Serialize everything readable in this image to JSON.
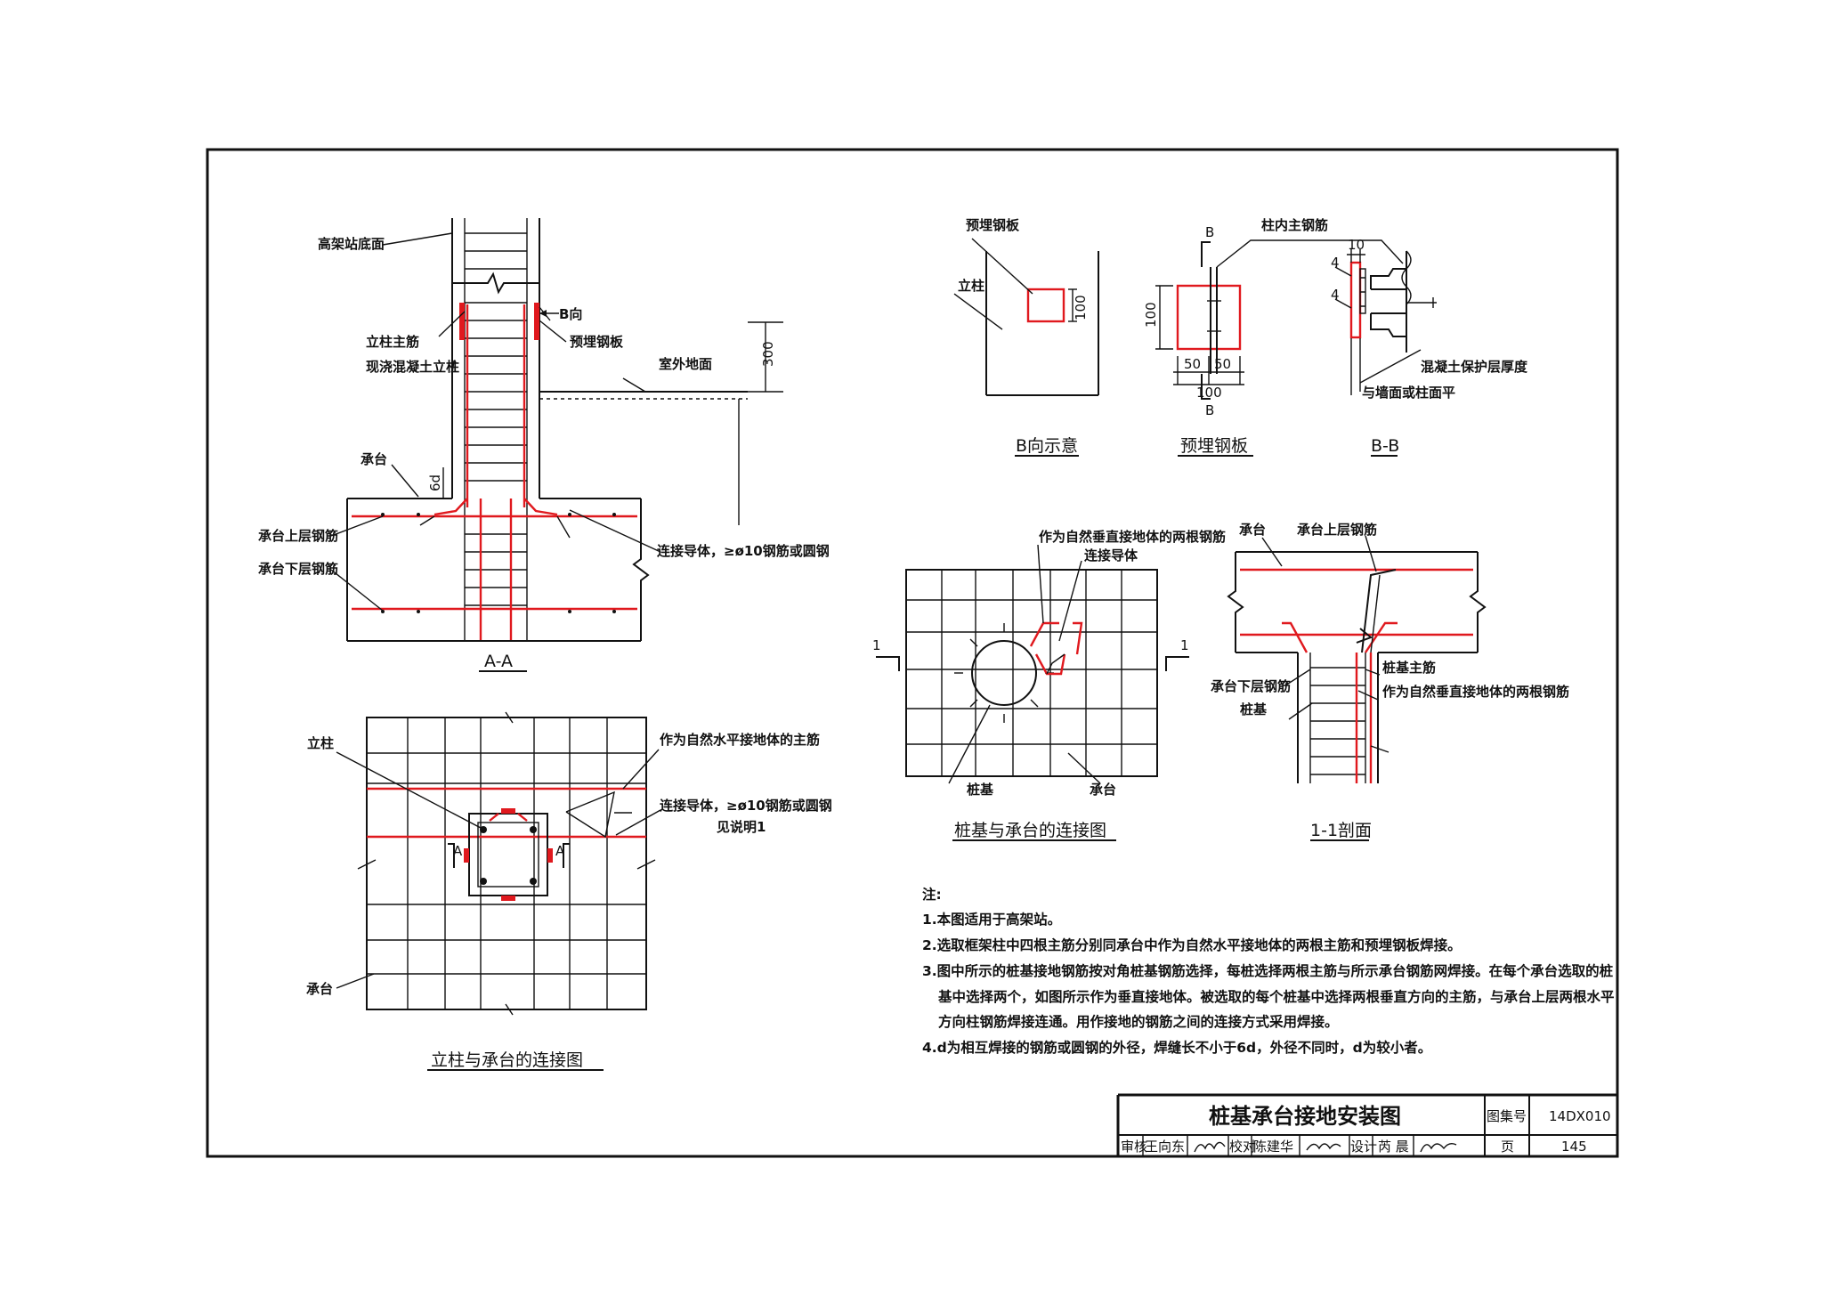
{
  "drawing": {
    "title": "桩基承台接地安装图",
    "atlas_no_label": "图集号",
    "atlas_no": "14DX010",
    "page_label": "页",
    "page_no": "145",
    "review_label": "审核",
    "reviewer": "王向东",
    "check_label": "校对",
    "checker": "陈建华",
    "design_label": "设计",
    "designer": "芮 晨"
  },
  "section_aa": {
    "title": "A-A",
    "labels": {
      "station_bottom": "高架站底面",
      "b_dir": "B向",
      "column_main_bar": "立柱主筋",
      "embedded_plate": "预埋钢板",
      "cast_column": "现浇混凝土立柱",
      "outdoor_ground": "室外地面",
      "dim_300": "300",
      "cap": "承台",
      "dim_6d": "6d",
      "cap_upper_bar": "承台上层钢筋",
      "cap_lower_bar": "承台下层钢筋",
      "conductor": "连接导体，≥ø10钢筋或圆钢"
    }
  },
  "plan_column": {
    "title": "立柱与承台的连接图",
    "labels": {
      "column": "立柱",
      "natural_horizontal": "作为自然水平接地体的主筋",
      "conductor": "连接导体，≥ø10钢筋或圆钢",
      "see_note": "见说明1",
      "cut_a_left": "A",
      "cut_a_right": "A",
      "cap": "承台"
    }
  },
  "view_b": {
    "title": "B向示意",
    "labels": {
      "embedded_plate": "预埋钢板",
      "column": "立柱",
      "dim_100": "100"
    }
  },
  "plate": {
    "title": "预埋钢板",
    "labels": {
      "b_top": "B",
      "b_bottom": "B",
      "column_bar": "柱内主钢筋",
      "dim_100_v": "100",
      "dim_50_a": "50",
      "dim_50_b": "50",
      "dim_100_h": "100"
    }
  },
  "section_bb": {
    "title": "B-B",
    "labels": {
      "dim_10": "10",
      "weld_a": "4",
      "weld_b": "4",
      "cover": "混凝土保护层厚度",
      "flush": "与墙面或柱面平"
    }
  },
  "plan_pile": {
    "title": "桩基与承台的连接图",
    "labels": {
      "two_bars": "作为自然垂直接地体的两根钢筋",
      "conductor": "连接导体",
      "cut_1_left": "1",
      "cut_1_right": "1",
      "pile": "桩基",
      "cap": "承台"
    }
  },
  "section_11": {
    "title": "1-1剖面",
    "labels": {
      "cap": "承台",
      "cap_upper_bar": "承台上层钢筋",
      "pile_main_bar": "桩基主筋",
      "cap_lower_bar": "承台下层钢筋",
      "two_bars": "作为自然垂直接地体的两根钢筋",
      "pile": "桩基"
    }
  },
  "notes": {
    "heading": "注:",
    "items": [
      "1.本图适用于高架站。",
      "2.选取框架柱中四根主筋分别同承台中作为自然水平接地体的两根主筋和预埋钢板焊接。",
      "3.图中所示的桩基接地钢筋按对角桩基钢筋选择，每桩选择两根主筋与所示承台钢筋网焊接。在每个承台选取的桩",
      "基中选择两个，如图所示作为垂直接地体。被选取的每个桩基中选择两根垂直方向的主筋，与承台上层两根水平",
      "方向柱钢筋焊接连通。用作接地的钢筋之间的连接方式采用焊接。",
      "4.d为相互焊接的钢筋或圆钢的外径，焊缝长不小于6d，外径不同时，d为较小者。"
    ]
  }
}
